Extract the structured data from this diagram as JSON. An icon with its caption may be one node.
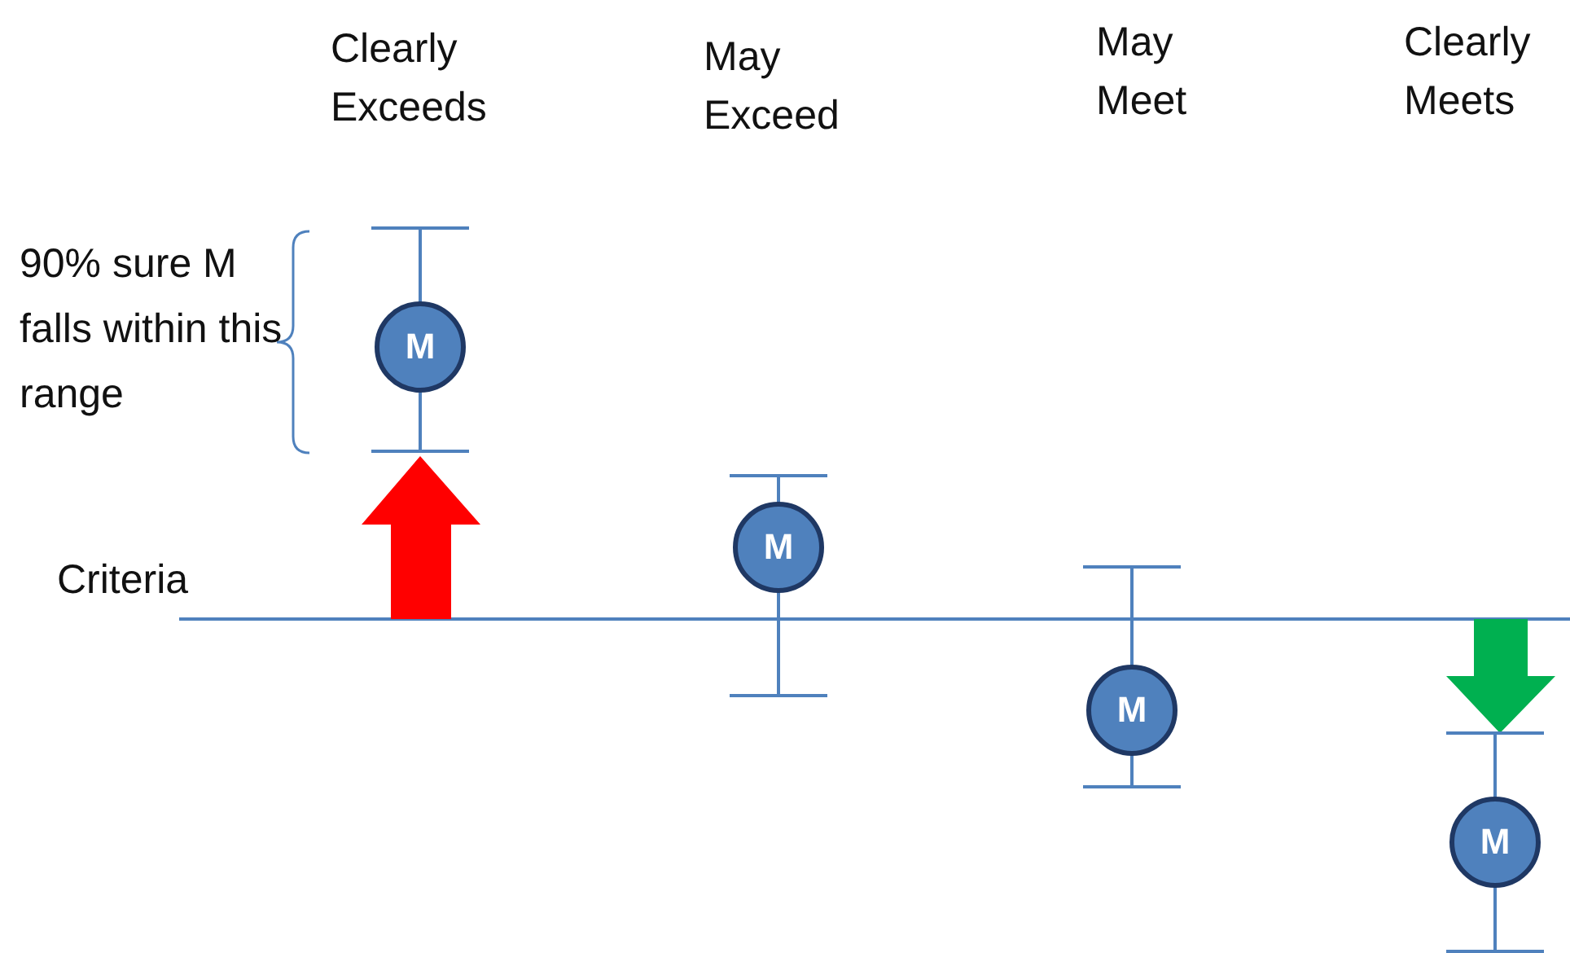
{
  "diagram": {
    "nodes": [
      {
        "text": [
          "M"
        ]
      },
      {
        "text": [
          "M"
        ]
      },
      {
        "text": [
          "M"
        ]
      },
      {
        "text": [
          "M"
        ]
      }
    ],
    "labels": [
      "Clearly Exceeds",
      "May Exceed",
      "May Meet",
      "Clearly Meets",
      "90% sure M falls within this range",
      "Criteria"
    ]
  }
}
